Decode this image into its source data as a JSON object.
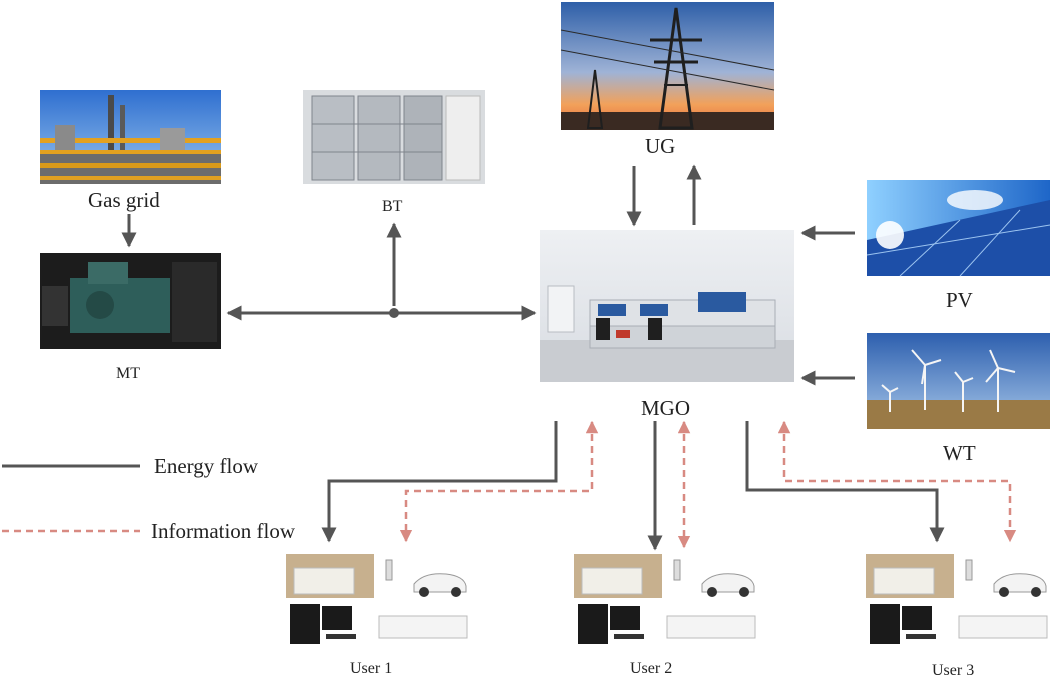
{
  "nodes": {
    "gas_grid": "Gas grid",
    "bt": "BT",
    "ug": "UG",
    "mt": "MT",
    "mgo": "MGO",
    "pv": "PV",
    "wt": "WT"
  },
  "users": [
    "User 1",
    "User 2",
    "User 3"
  ],
  "legend": {
    "energy": "Energy flow",
    "information": "Information flow"
  },
  "colors": {
    "energy": "#555555",
    "information": "#d88a82"
  },
  "icons": {
    "gas_grid": "gas-pipeline-photo",
    "bt": "battery-rack-photo",
    "ug": "power-tower-photo",
    "mt": "micro-turbine-generator-photo",
    "mgo": "control-room-photo",
    "pv": "solar-panel-photo",
    "wt": "wind-turbine-photo",
    "user_devices": [
      "radiator",
      "electric-car",
      "desktop-computer",
      "air-conditioner"
    ]
  }
}
